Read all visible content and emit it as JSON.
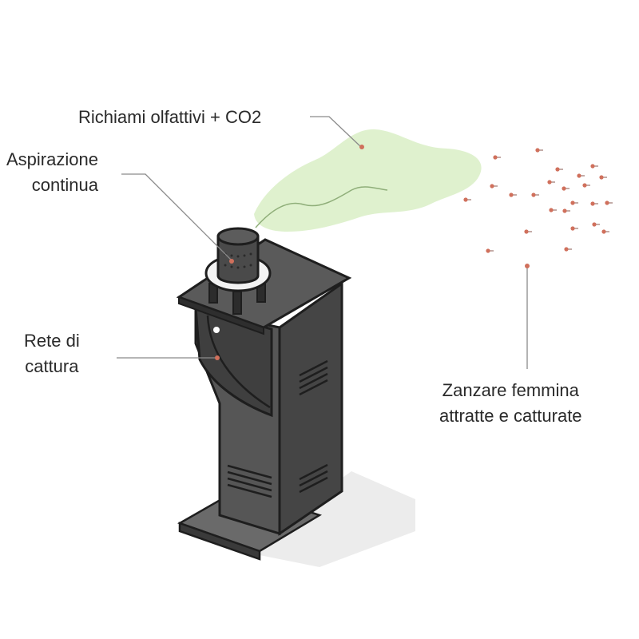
{
  "labels": {
    "lures": "Richiami olfattivi + CO2",
    "suction": [
      "Aspirazione",
      "continua"
    ],
    "net": [
      "Rete di",
      "cattura"
    ],
    "mosquitoes": [
      "Zanzare femmina",
      "attratte e catturate"
    ]
  },
  "colors": {
    "trap_body": "#4a4a4a",
    "outline": "#1e1e1e",
    "scent_cloud": "#dcefc9",
    "mosquito": "#d0705c",
    "leader_line": "#8a8a8a",
    "shadow": "#e9e9e9"
  },
  "icons": {
    "trap": "mosquito-trap-device",
    "mosquito": "mosquito-dot"
  }
}
